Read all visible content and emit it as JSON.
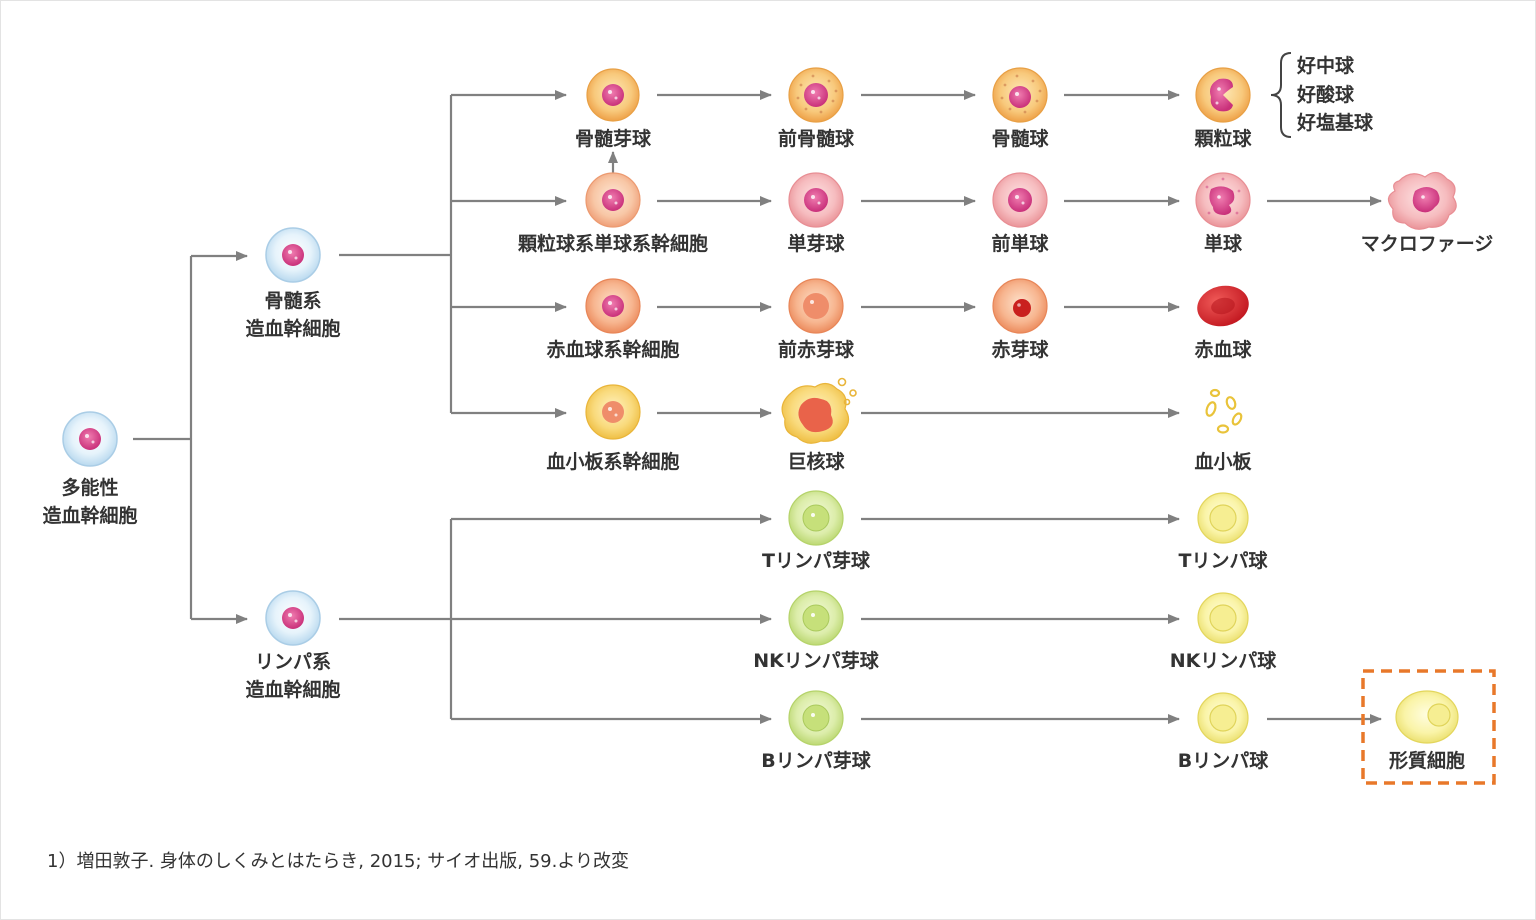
{
  "nodes": {
    "pluripotent": {
      "line1": "多能性",
      "line2": "造血幹細胞"
    },
    "myeloid": {
      "line1": "骨髄系",
      "line2": "造血幹細胞"
    },
    "lymphoid": {
      "line1": "リンパ系",
      "line2": "造血幹細胞"
    },
    "myeloblast": "骨髄芽球",
    "promyelocyte": "前骨髄球",
    "myelocyte": "骨髄球",
    "granulocyte": "顆粒球",
    "gm_stem": "顆粒球系単球系幹細胞",
    "monoblast": "単芽球",
    "promonocyte": "前単球",
    "monocyte": "単球",
    "macrophage": "マクロファージ",
    "erythroid_stem": "赤血球系幹細胞",
    "proerythroblast": "前赤芽球",
    "erythroblast": "赤芽球",
    "erythrocyte": "赤血球",
    "megakaryocyte_stem": "血小板系幹細胞",
    "megakaryocyte": "巨核球",
    "platelet": "血小板",
    "t_lymphoblast": "Tリンパ芽球",
    "t_lymphocyte": "Tリンパ球",
    "nk_lymphoblast": "NKリンパ芽球",
    "nk_lymphocyte": "NKリンパ球",
    "b_lymphoblast": "Bリンパ芽球",
    "b_lymphocyte": "Bリンパ球",
    "plasma_cell": "形質細胞"
  },
  "granulocyte_types": [
    "好中球",
    "好酸球",
    "好塩基球"
  ],
  "citation": "1）増田敦子. 身体のしくみとはたらき, 2015; サイオ出版, 59.より改変",
  "colors": {
    "arrow": "#808080",
    "highlight_box": "#e8782a",
    "nucleus": "#d9448a",
    "stem_cell": "#dcedf7",
    "myeloid_cell": "#f5b867",
    "mono_cell": "#f3b2b6",
    "erythroid_cell": "#f3a47a",
    "mega_cell": "#f5d06a",
    "lymphoblast": "#d7ea9b",
    "lymphocyte": "#f7f199",
    "erythrocyte": "#d8242c"
  }
}
